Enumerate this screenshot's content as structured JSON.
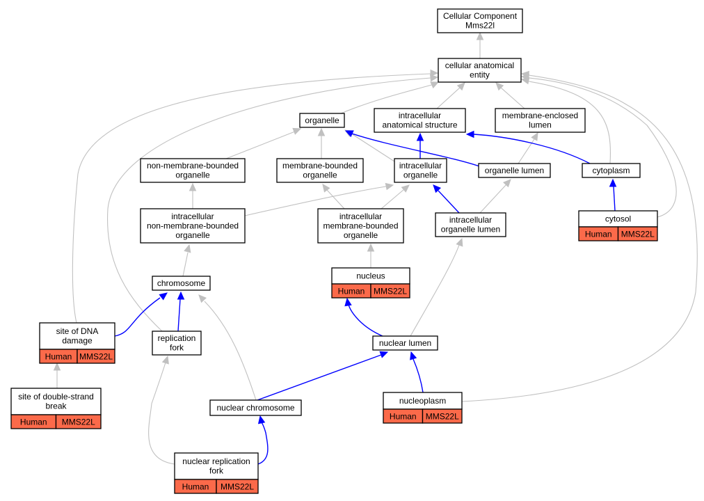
{
  "colors": {
    "is_a_edge": "#c0c0c0",
    "part_of_edge": "#0000ff",
    "annotation_fill": "#fb6a4a",
    "node_border": "#000000"
  },
  "nodes": {
    "root": [
      "Cellular Component",
      "Mms22l"
    ],
    "cae": [
      "cellular anatomical",
      "entity"
    ],
    "organelle": [
      "organelle"
    ],
    "ias": [
      "intracellular",
      "anatomical structure"
    ],
    "mel": [
      "membrane-enclosed",
      "lumen"
    ],
    "nmbo": [
      "non-membrane-bounded",
      "organelle"
    ],
    "mbo": [
      "membrane-bounded",
      "organelle"
    ],
    "io": [
      "intracellular",
      "organelle"
    ],
    "ol": [
      "organelle lumen"
    ],
    "cytoplasm": [
      "cytoplasm"
    ],
    "inmbo": [
      "intracellular",
      "non-membrane-bounded",
      "organelle"
    ],
    "imbo": [
      "intracellular",
      "membrane-bounded",
      "organelle"
    ],
    "iol": [
      "intracellular",
      "organelle lumen"
    ],
    "cytosol": [
      "cytosol"
    ],
    "nucleus": [
      "nucleus"
    ],
    "chromosome": [
      "chromosome"
    ],
    "sdd": [
      "site of DNA",
      "damage"
    ],
    "rf": [
      "replication",
      "fork"
    ],
    "nl": [
      "nuclear lumen"
    ],
    "sdsb": [
      "site of double-strand",
      "break"
    ],
    "nc": [
      "nuclear chromosome"
    ],
    "np": [
      "nucleoplasm"
    ],
    "nrf": [
      "nuclear replication",
      "fork"
    ]
  },
  "annotations": {
    "species": "Human",
    "gene": "MMS22L"
  },
  "edges": [
    {
      "from": "cae",
      "to": "root",
      "relation": "is_a"
    },
    {
      "from": "organelle",
      "to": "cae",
      "relation": "is_a"
    },
    {
      "from": "ias",
      "to": "cae",
      "relation": "is_a"
    },
    {
      "from": "mel",
      "to": "cae",
      "relation": "is_a"
    },
    {
      "from": "cytoplasm",
      "to": "cae",
      "relation": "is_a"
    },
    {
      "from": "cytosol",
      "to": "cae",
      "relation": "is_a"
    },
    {
      "from": "sdd",
      "to": "cae",
      "relation": "is_a"
    },
    {
      "from": "rf",
      "to": "cae",
      "relation": "is_a"
    },
    {
      "from": "np",
      "to": "cae",
      "relation": "is_a"
    },
    {
      "from": "nmbo",
      "to": "organelle",
      "relation": "is_a"
    },
    {
      "from": "mbo",
      "to": "organelle",
      "relation": "is_a"
    },
    {
      "from": "io",
      "to": "organelle",
      "relation": "is_a"
    },
    {
      "from": "io",
      "to": "ias",
      "relation": "part_of"
    },
    {
      "from": "ol",
      "to": "organelle",
      "relation": "part_of"
    },
    {
      "from": "ol",
      "to": "mel",
      "relation": "is_a"
    },
    {
      "from": "cytoplasm",
      "to": "ias",
      "relation": "part_of"
    },
    {
      "from": "inmbo",
      "to": "nmbo",
      "relation": "is_a"
    },
    {
      "from": "inmbo",
      "to": "io",
      "relation": "is_a"
    },
    {
      "from": "imbo",
      "to": "mbo",
      "relation": "is_a"
    },
    {
      "from": "imbo",
      "to": "io",
      "relation": "is_a"
    },
    {
      "from": "iol",
      "to": "io",
      "relation": "part_of"
    },
    {
      "from": "iol",
      "to": "ol",
      "relation": "is_a"
    },
    {
      "from": "cytosol",
      "to": "cytoplasm",
      "relation": "part_of"
    },
    {
      "from": "nucleus",
      "to": "imbo",
      "relation": "is_a"
    },
    {
      "from": "chromosome",
      "to": "inmbo",
      "relation": "is_a"
    },
    {
      "from": "sdd",
      "to": "chromosome",
      "relation": "part_of"
    },
    {
      "from": "rf",
      "to": "chromosome",
      "relation": "part_of"
    },
    {
      "from": "nl",
      "to": "nucleus",
      "relation": "part_of"
    },
    {
      "from": "nl",
      "to": "iol",
      "relation": "is_a"
    },
    {
      "from": "sdsb",
      "to": "sdd",
      "relation": "is_a"
    },
    {
      "from": "nc",
      "to": "chromosome",
      "relation": "is_a"
    },
    {
      "from": "nc",
      "to": "nl",
      "relation": "part_of"
    },
    {
      "from": "np",
      "to": "nl",
      "relation": "part_of"
    },
    {
      "from": "nrf",
      "to": "rf",
      "relation": "is_a"
    },
    {
      "from": "nrf",
      "to": "nc",
      "relation": "part_of"
    }
  ]
}
